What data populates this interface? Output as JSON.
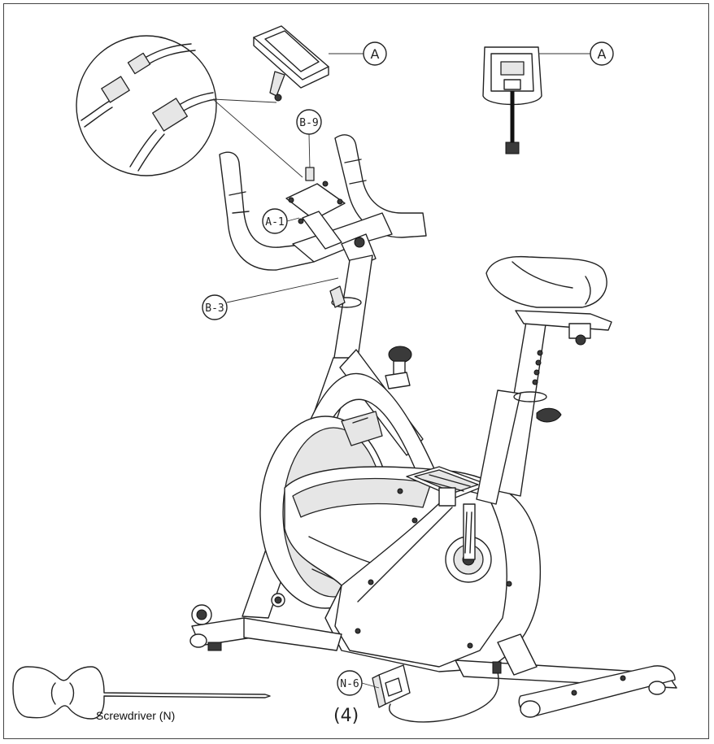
{
  "callouts": {
    "a_top": "A",
    "a_right": "A",
    "b9": "B-9",
    "a1": "A-1",
    "b3": "B-3",
    "n6": "N-6"
  },
  "screwdriver": {
    "label": "Screwdriver (N)"
  },
  "page": {
    "step": "(4)"
  }
}
